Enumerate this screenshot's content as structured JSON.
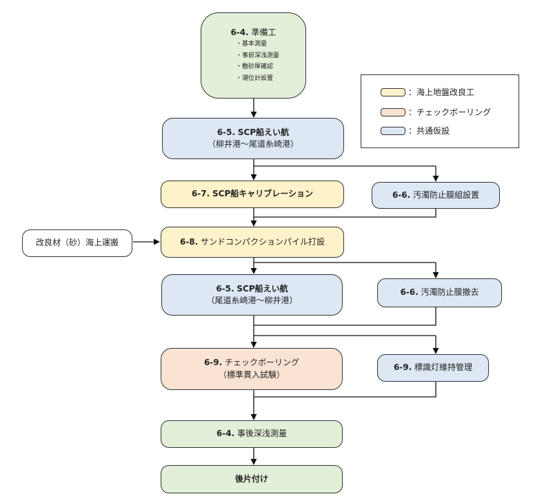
{
  "legend": {
    "items": [
      {
        "label": "：海上地盤改良工",
        "color": "#fdf2c9"
      },
      {
        "label": "：チェックボーリング",
        "color": "#fbe3d4"
      },
      {
        "label": "：共通仮設",
        "color": "#dde8f4"
      }
    ]
  },
  "nodes": {
    "prep": {
      "id": "6-4.",
      "title": "準備工",
      "items": [
        "・基本測量",
        "・事前深浅測量",
        "・敷砂厚確認",
        "・潮位計設置"
      ]
    },
    "tow1": {
      "id": "6-5.",
      "title": "SCP船えい航",
      "sub": "（柳井港〜尾道糸崎港）"
    },
    "calib": {
      "id": "6-7.",
      "title": "SCP船キャリブレーション"
    },
    "fence_set": {
      "id": "6-6.",
      "title": "汚濁防止膜組設置"
    },
    "material": {
      "title": "改良材（砂）海上運搬"
    },
    "scp": {
      "id": "6-8.",
      "title": "サンドコンパクションパイル打設"
    },
    "tow2": {
      "id": "6-5.",
      "title": "SCP船えい航",
      "sub": "（尾道糸崎港〜柳井港）"
    },
    "fence_remove": {
      "id": "6-6.",
      "title": "汚濁防止膜撤去"
    },
    "check": {
      "id": "6-9.",
      "title": "チェックボーリング",
      "sub": "（標準貫入試験）"
    },
    "light": {
      "id": "6-9.",
      "title": "標識灯維持管理"
    },
    "survey": {
      "id": "6-4.",
      "title": "事後深浅測量"
    },
    "cleanup": {
      "title": "後片付け"
    }
  }
}
